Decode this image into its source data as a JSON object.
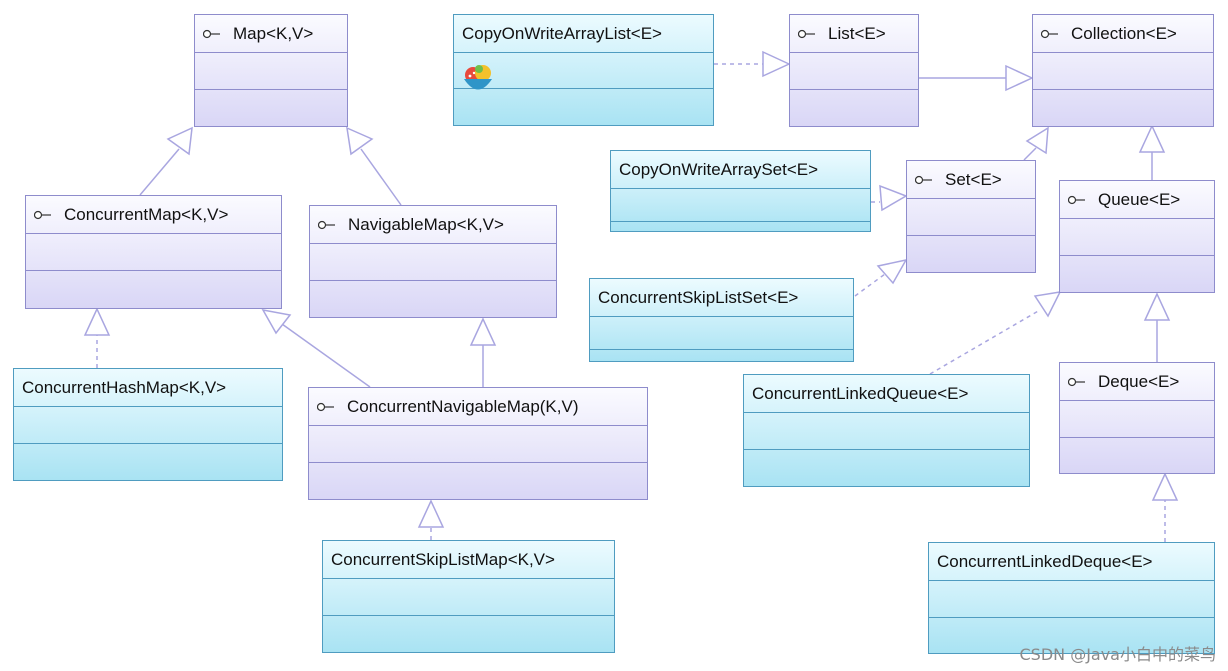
{
  "diagram": {
    "nodes": {
      "map": "Map<K,V>",
      "concurrent_map": "ConcurrentMap<K,V>",
      "navigable_map": "NavigableMap<K,V>",
      "concurrent_hash_map": "ConcurrentHashMap<K,V>",
      "concurrent_navigable_map": "ConcurrentNavigableMap(K,V)",
      "concurrent_skip_list_map": "ConcurrentSkipListMap<K,V>",
      "copy_on_write_array_list": "CopyOnWriteArrayList<E>",
      "list": "List<E>",
      "collection": "Collection<E>",
      "copy_on_write_array_set": "CopyOnWriteArraySet<E>",
      "set": "Set<E>",
      "concurrent_skip_list_set": "ConcurrentSkipListSet<E>",
      "queue": "Queue<E>",
      "concurrent_linked_queue": "ConcurrentLinkedQueue<E>",
      "deque": "Deque<E>",
      "concurrent_linked_deque": "ConcurrentLinkedDeque<E>"
    },
    "edges": [
      {
        "from": "concurrent_map",
        "to": "map",
        "kind": "extends"
      },
      {
        "from": "navigable_map",
        "to": "map",
        "kind": "extends"
      },
      {
        "from": "concurrent_hash_map",
        "to": "concurrent_map",
        "kind": "implements"
      },
      {
        "from": "concurrent_navigable_map",
        "to": "concurrent_map",
        "kind": "extends"
      },
      {
        "from": "concurrent_navigable_map",
        "to": "navigable_map",
        "kind": "extends"
      },
      {
        "from": "concurrent_skip_list_map",
        "to": "concurrent_navigable_map",
        "kind": "implements"
      },
      {
        "from": "copy_on_write_array_list",
        "to": "list",
        "kind": "implements"
      },
      {
        "from": "list",
        "to": "collection",
        "kind": "extends"
      },
      {
        "from": "set",
        "to": "collection",
        "kind": "extends"
      },
      {
        "from": "queue",
        "to": "collection",
        "kind": "extends"
      },
      {
        "from": "copy_on_write_array_set",
        "to": "set",
        "kind": "implements"
      },
      {
        "from": "concurrent_skip_list_set",
        "to": "set",
        "kind": "implements"
      },
      {
        "from": "concurrent_linked_queue",
        "to": "queue",
        "kind": "implements"
      },
      {
        "from": "deque",
        "to": "queue",
        "kind": "extends"
      },
      {
        "from": "concurrent_linked_deque",
        "to": "deque",
        "kind": "implements"
      }
    ],
    "interface_icon": "interface-lollipop-icon",
    "colors": {
      "interface_fill": "#d9d6f6",
      "class_fill": "#a9e3f3",
      "edge": "#a9a6e0"
    }
  },
  "watermark": "CSDN @Java小白中的菜鸟"
}
